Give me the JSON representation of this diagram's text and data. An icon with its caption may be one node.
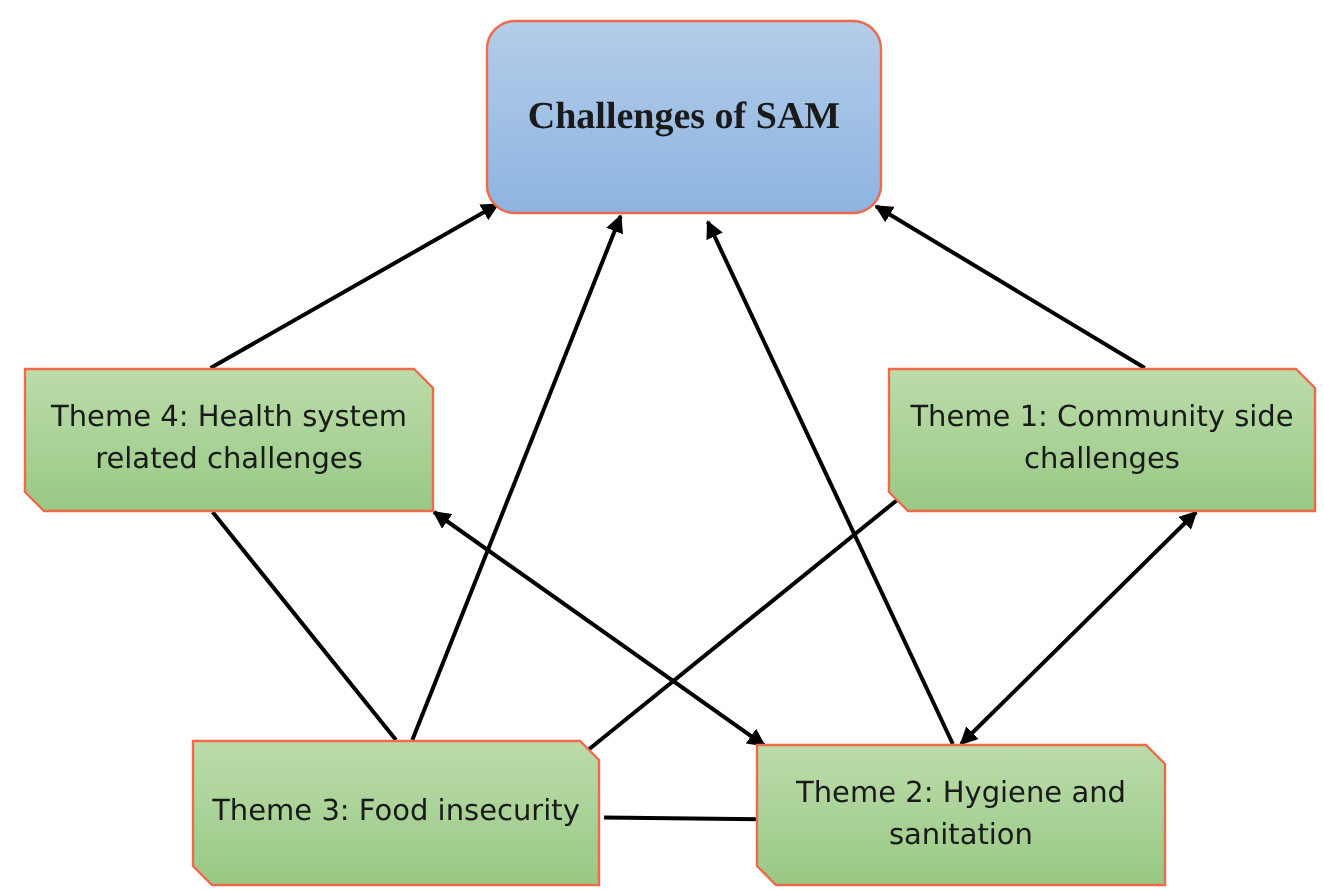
{
  "diagram": {
    "nodes": [
      {
        "text": [
          "Challenges of SAM"
        ]
      },
      {
        "text": [
          "Theme 4: Health system related challenges"
        ]
      },
      {
        "text": [
          "Theme 1: Community side challenges"
        ]
      },
      {
        "text": [
          "Theme 3: Food insecurity"
        ]
      },
      {
        "text": [
          "Theme 2: Hygiene and sanitation"
        ]
      }
    ],
    "edges": [
      {
        "from": 1,
        "to": 0,
        "arrow": "to"
      },
      {
        "from": 3,
        "to": 0,
        "arrow": "to"
      },
      {
        "from": 4,
        "to": 0,
        "arrow": "to"
      },
      {
        "from": 2,
        "to": 0,
        "arrow": "to"
      },
      {
        "from": 1,
        "to": 4,
        "arrow": "both"
      },
      {
        "from": 2,
        "to": 4,
        "arrow": "both"
      },
      {
        "from": 1,
        "to": 3,
        "arrow": "none"
      },
      {
        "from": 2,
        "to": 3,
        "arrow": "none"
      },
      {
        "from": 3,
        "to": 4,
        "arrow": "none"
      }
    ]
  }
}
